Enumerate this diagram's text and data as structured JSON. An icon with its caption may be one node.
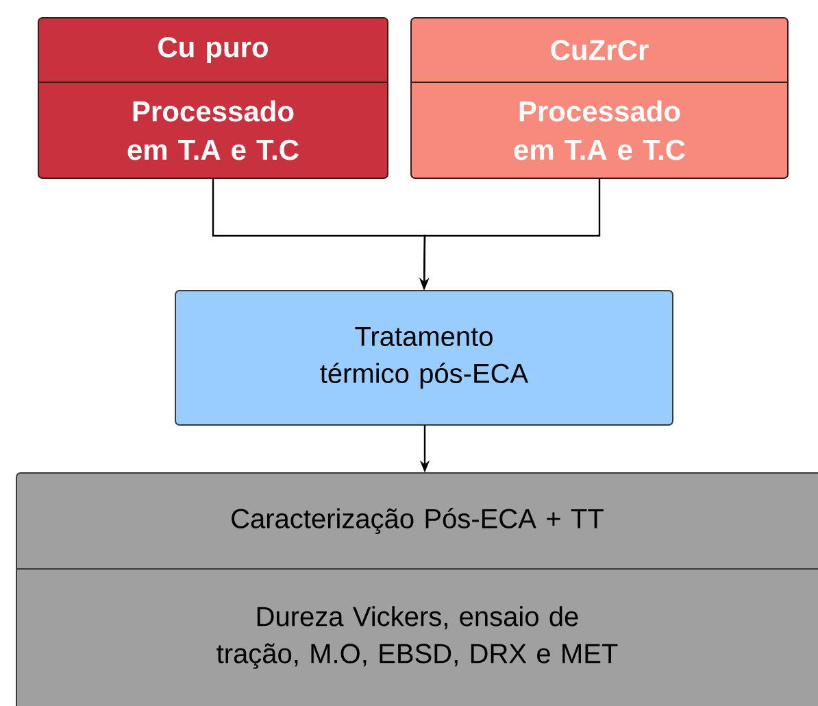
{
  "diagram": {
    "nodes": [
      {
        "text": [
          "Cu puro",
          "Processado em T.A e T.C"
        ]
      },
      {
        "text": [
          "CuZrCr",
          "Processado em T.A e T.C"
        ]
      },
      {
        "text": [
          "Tratamento térmico pós-ECA"
        ]
      },
      {
        "text": [
          "Caracterização Pós-ECA + TT",
          "Dureza Vickers, ensaio de tração, M.O, EBSD, DRX e MET"
        ]
      }
    ],
    "edges": [
      {
        "from": 0,
        "to": 2,
        "arrow": "to"
      },
      {
        "from": 1,
        "to": 2,
        "arrow": "to"
      },
      {
        "from": 2,
        "to": 3,
        "arrow": "to"
      }
    ]
  }
}
